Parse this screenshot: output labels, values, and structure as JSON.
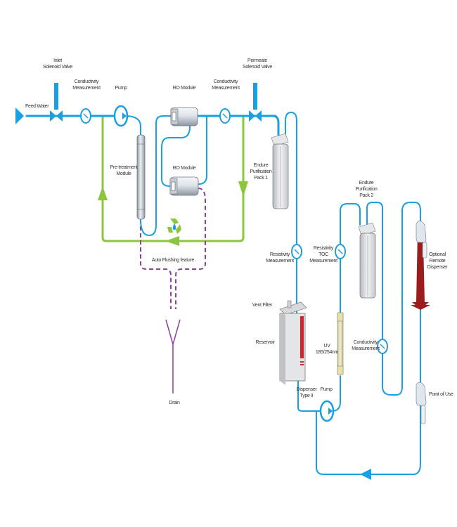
{
  "diagram": {
    "title": "Water purification system flow diagram",
    "colors": {
      "water_pipe": "#1aa0e0",
      "recirculation": "#8cc63f",
      "auto_flush": "#8e3f9e",
      "remote_dispenser_line": "#9b1c1c",
      "reservoir_accent": "#d0242f"
    },
    "labels": {
      "feed_water": "Feed Water",
      "inlet_valve": [
        "Inlet",
        "Solenoid Valve"
      ],
      "conductivity_1": [
        "Conductivity",
        "Measurement"
      ],
      "pump_1": "Pump",
      "ro_module_1": "RO Module",
      "conductivity_2": [
        "Conductivity",
        "Measurement"
      ],
      "permeate_valve": [
        "Permeate",
        "Solenoid Valve"
      ],
      "pretreatment": [
        "Pre-treatment",
        "Module"
      ],
      "ro_module_2": "RO Module",
      "pack_1": [
        "Endure",
        "Purification",
        "Pack 1"
      ],
      "pack_2": [
        "Endure",
        "Purification",
        "Pack 2"
      ],
      "auto_flushing": "Auto Flushing feature",
      "drain": "Drain",
      "resistivity": [
        "Resistivity",
        "Measurement"
      ],
      "resistivity_toc": [
        "Resistivity",
        "TOC",
        "Measurement"
      ],
      "vent_filter": "Vent Filter",
      "reservoir": "Reservoir",
      "uv": [
        "UV",
        "185/254nm"
      ],
      "dispenser_type2": [
        "Dispenser",
        "Type II"
      ],
      "pump_2": "Pump",
      "conductivity_3": [
        "Conductivity",
        "Measurement"
      ],
      "optional_remote": [
        "Optional",
        "Remote",
        "Dispenser"
      ],
      "point_of_use": "Point of Use"
    },
    "icons": {
      "recycle": "recycle-icon",
      "gauge": "gauge-icon",
      "pump": "pump-icon",
      "valve": "solenoid-valve-icon"
    }
  }
}
